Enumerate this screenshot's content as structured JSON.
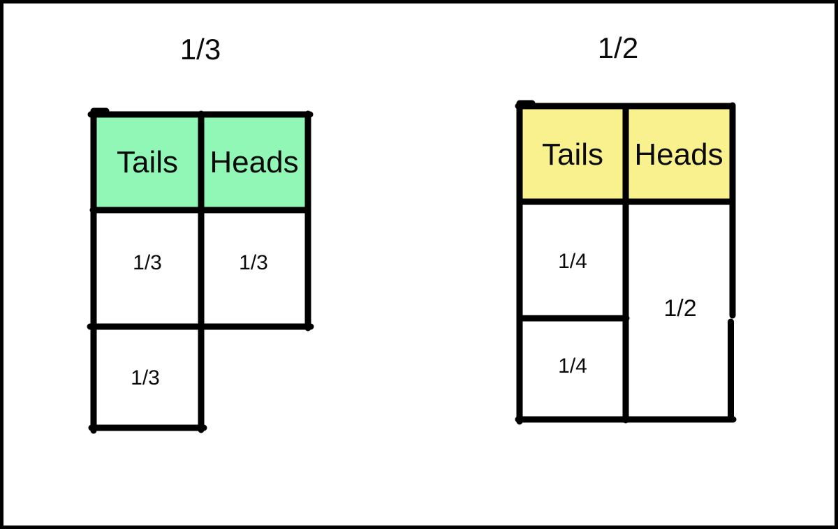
{
  "frame": {
    "border_color": "#000000",
    "background": "#ffffff"
  },
  "colors": {
    "left_header_fill": "#90f7b6",
    "right_header_fill": "#f9f08e",
    "line": "#000000",
    "text": "#0b0b0b"
  },
  "left": {
    "title": "1/3",
    "header": [
      "Tails",
      "Heads"
    ],
    "row2": [
      "1/3",
      "1/3"
    ],
    "row3": [
      "1/3"
    ]
  },
  "right": {
    "title": "1/2",
    "header": [
      "Tails",
      "Heads"
    ],
    "tails_cells": [
      "1/4",
      "1/4"
    ],
    "heads_cell": "1/2"
  }
}
